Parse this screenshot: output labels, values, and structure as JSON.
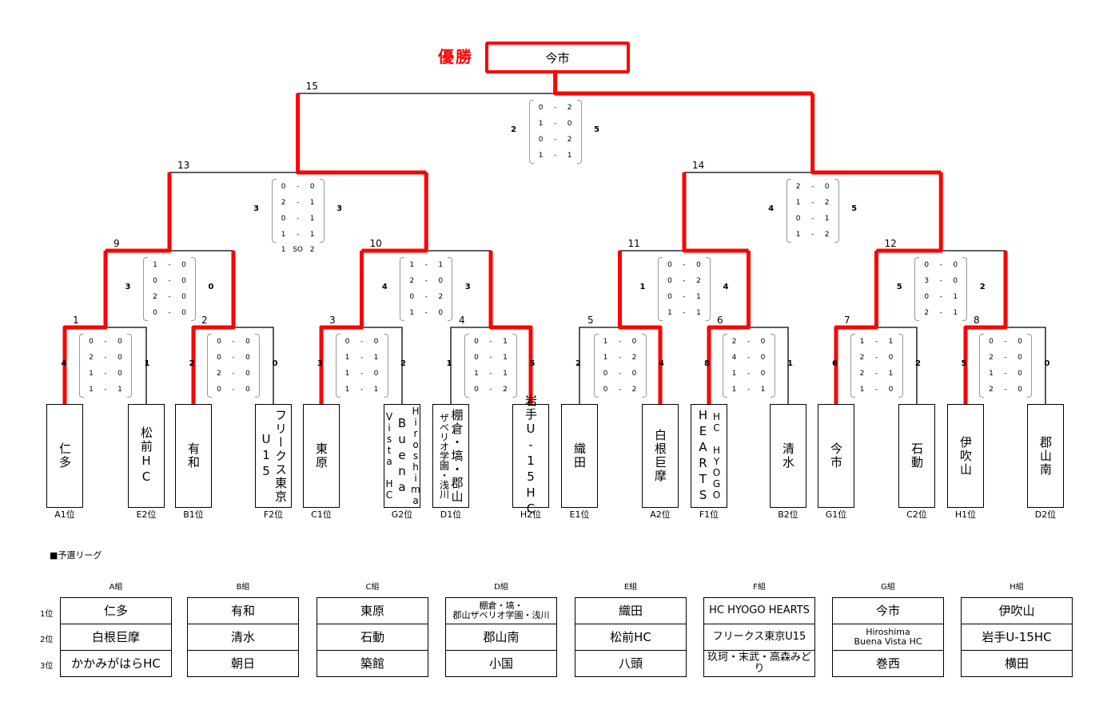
{
  "champion": {
    "label": "優勝",
    "team": "今市"
  },
  "accent_color": "#ff0000",
  "round1": [
    {
      "no": "1",
      "score_left": "4",
      "score_right": "1",
      "periods": [
        [
          "0",
          "0"
        ],
        [
          "2",
          "0"
        ],
        [
          "1",
          "0"
        ],
        [
          "1",
          "1"
        ]
      ],
      "winner": "left",
      "teams": [
        {
          "cols": [
            "仁多"
          ],
          "seed": "A1位"
        },
        {
          "cols": [
            "松前HC"
          ],
          "seed": "E2位"
        }
      ]
    },
    {
      "no": "2",
      "score_left": "2",
      "score_right": "0",
      "periods": [
        [
          "0",
          "0"
        ],
        [
          "0",
          "0"
        ],
        [
          "2",
          "0"
        ],
        [
          "0",
          "0"
        ]
      ],
      "winner": "left",
      "teams": [
        {
          "cols": [
            "有和"
          ],
          "seed": "B1位"
        },
        {
          "cols": [
            "フリークス東京",
            "U15"
          ],
          "seed": "F2位"
        }
      ]
    },
    {
      "no": "3",
      "score_left": "3",
      "score_right": "2",
      "periods": [
        [
          "0",
          "0"
        ],
        [
          "1",
          "1"
        ],
        [
          "1",
          "0"
        ],
        [
          "1",
          "1"
        ]
      ],
      "winner": "left",
      "teams": [
        {
          "cols": [
            "東原"
          ],
          "seed": "C1位"
        },
        {
          "cols": [
            "Hiroshima",
            "Buena",
            "Vista HC"
          ],
          "seed": "G2位"
        }
      ]
    },
    {
      "no": "4",
      "score_left": "1",
      "score_right": "5",
      "periods": [
        [
          "0",
          "1"
        ],
        [
          "0",
          "1"
        ],
        [
          "1",
          "1"
        ],
        [
          "0",
          "2"
        ]
      ],
      "winner": "right",
      "teams": [
        {
          "cols": [
            "棚倉・塙・郡山",
            "ザベリオ学園・浅川"
          ],
          "seed": "D1位"
        },
        {
          "cols": [
            "岩手U-15HC"
          ],
          "seed": "H2位"
        }
      ]
    },
    {
      "no": "5",
      "score_left": "2",
      "score_right": "4",
      "periods": [
        [
          "1",
          "0"
        ],
        [
          "1",
          "2"
        ],
        [
          "0",
          "0"
        ],
        [
          "0",
          "2"
        ]
      ],
      "winner": "right",
      "teams": [
        {
          "cols": [
            "織田"
          ],
          "seed": "E1位"
        },
        {
          "cols": [
            "白根巨摩"
          ],
          "seed": "A2位"
        }
      ]
    },
    {
      "no": "6",
      "score_left": "8",
      "score_right": "1",
      "periods": [
        [
          "2",
          "0"
        ],
        [
          "4",
          "0"
        ],
        [
          "1",
          "0"
        ],
        [
          "1",
          "1"
        ]
      ],
      "winner": "left",
      "teams": [
        {
          "cols": [
            "HC HYOGO",
            "HEARTS"
          ],
          "seed": "F1位"
        },
        {
          "cols": [
            "清水"
          ],
          "seed": "B2位"
        }
      ]
    },
    {
      "no": "7",
      "score_left": "6",
      "score_right": "2",
      "periods": [
        [
          "1",
          "1"
        ],
        [
          "2",
          "0"
        ],
        [
          "2",
          "1"
        ],
        [
          "1",
          "0"
        ]
      ],
      "winner": "left",
      "teams": [
        {
          "cols": [
            "今市"
          ],
          "seed": "G1位"
        },
        {
          "cols": [
            "石動"
          ],
          "seed": "C2位"
        }
      ]
    },
    {
      "no": "8",
      "score_left": "5",
      "score_right": "0",
      "periods": [
        [
          "0",
          "0"
        ],
        [
          "2",
          "0"
        ],
        [
          "1",
          "0"
        ],
        [
          "2",
          "0"
        ]
      ],
      "winner": "left",
      "teams": [
        {
          "cols": [
            "伊吹山"
          ],
          "seed": "H1位"
        },
        {
          "cols": [
            "郡山南"
          ],
          "seed": "D2位"
        }
      ]
    }
  ],
  "round2": [
    {
      "no": "9",
      "score_left": "3",
      "score_right": "0",
      "periods": [
        [
          "1",
          "0"
        ],
        [
          "0",
          "0"
        ],
        [
          "2",
          "0"
        ],
        [
          "0",
          "0"
        ]
      ],
      "winner": "left"
    },
    {
      "no": "10",
      "score_left": "4",
      "score_right": "3",
      "periods": [
        [
          "1",
          "1"
        ],
        [
          "2",
          "0"
        ],
        [
          "0",
          "2"
        ],
        [
          "1",
          "0"
        ]
      ],
      "winner": "left"
    },
    {
      "no": "11",
      "score_left": "1",
      "score_right": "4",
      "periods": [
        [
          "0",
          "0"
        ],
        [
          "0",
          "2"
        ],
        [
          "0",
          "1"
        ],
        [
          "1",
          "1"
        ]
      ],
      "winner": "right"
    },
    {
      "no": "12",
      "score_left": "5",
      "score_right": "2",
      "periods": [
        [
          "0",
          "0"
        ],
        [
          "3",
          "0"
        ],
        [
          "0",
          "1"
        ],
        [
          "2",
          "1"
        ]
      ],
      "winner": "left"
    }
  ],
  "round3": [
    {
      "no": "13",
      "score_left": "3",
      "score_right": "3",
      "periods": [
        [
          "0",
          "0"
        ],
        [
          "2",
          "1"
        ],
        [
          "0",
          "1"
        ],
        [
          "1",
          "1"
        ]
      ],
      "shootout": [
        "1",
        "SO",
        "2"
      ],
      "winner": "right"
    },
    {
      "no": "14",
      "score_left": "4",
      "score_right": "5",
      "periods": [
        [
          "2",
          "0"
        ],
        [
          "1",
          "2"
        ],
        [
          "0",
          "1"
        ],
        [
          "1",
          "2"
        ]
      ],
      "winner": "right"
    }
  ],
  "final": {
    "no": "15",
    "score_left": "2",
    "score_right": "5",
    "periods": [
      [
        "0",
        "2"
      ],
      [
        "1",
        "0"
      ],
      [
        "0",
        "2"
      ],
      [
        "1",
        "1"
      ]
    ],
    "winner": "right"
  },
  "prelim": {
    "title": "■予選リーグ",
    "rank_labels": [
      "1位",
      "2位",
      "3位"
    ],
    "groups": [
      {
        "name": "A組",
        "teams": [
          "仁多",
          "白根巨摩",
          "かかみがはらHC"
        ]
      },
      {
        "name": "B組",
        "teams": [
          "有和",
          "清水",
          "朝日"
        ]
      },
      {
        "name": "C組",
        "teams": [
          "東原",
          "石動",
          "築館"
        ]
      },
      {
        "name": "D組",
        "teams": [
          "棚倉・塙・\n郡山ザベリオ学園・浅川",
          "郡山南",
          "小国"
        ]
      },
      {
        "name": "E組",
        "teams": [
          "織田",
          "松前HC",
          "八頭"
        ]
      },
      {
        "name": "F組",
        "teams": [
          "HC HYOGO HEARTS",
          "フリークス東京U15",
          "玖珂・末武・高森みどり"
        ]
      },
      {
        "name": "G組",
        "teams": [
          "今市",
          "Hiroshima\nBuena Vista HC",
          "巻西"
        ]
      },
      {
        "name": "H組",
        "teams": [
          "伊吹山",
          "岩手U-15HC",
          "横田"
        ]
      }
    ]
  }
}
